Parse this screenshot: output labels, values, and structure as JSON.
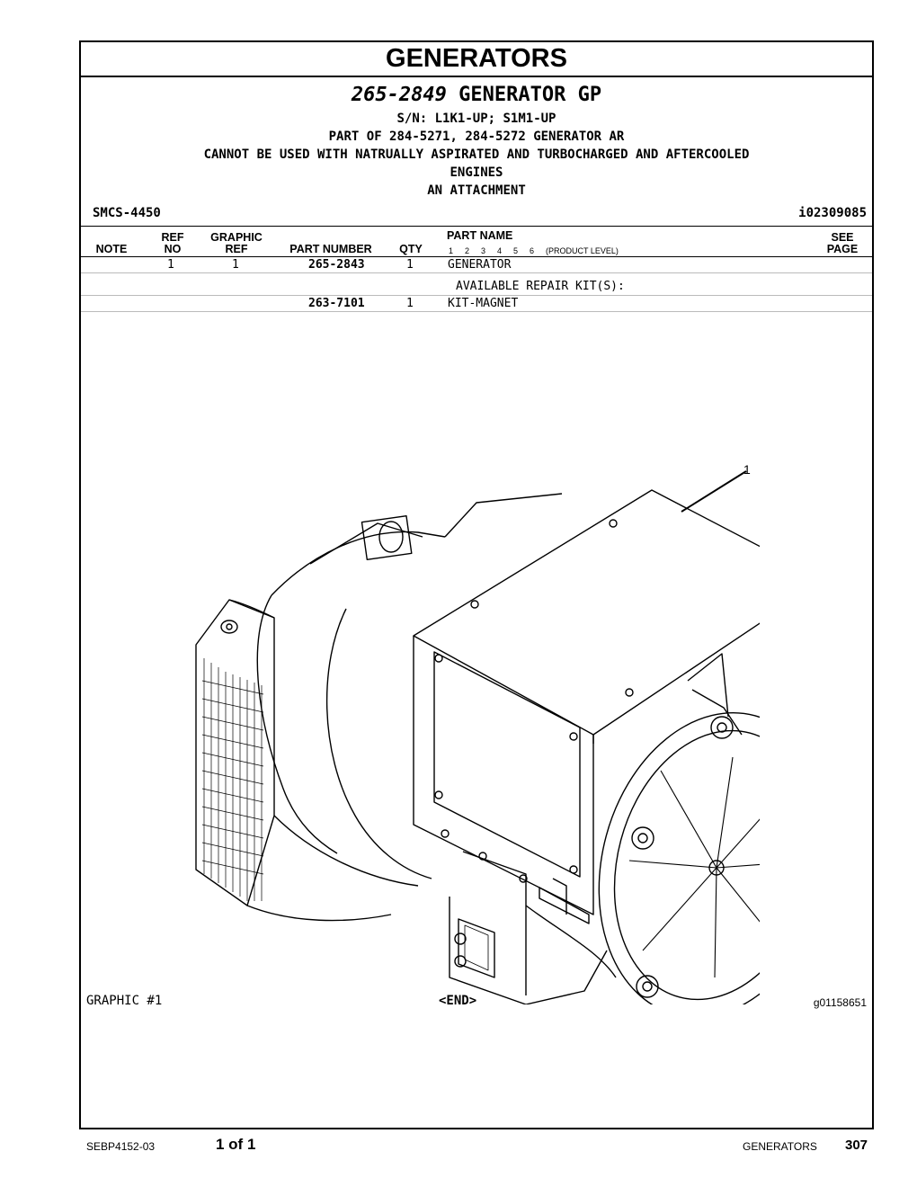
{
  "section_title": "GENERATORS",
  "group": {
    "part_number": "265-2849",
    "name": "GENERATOR GP",
    "lines": [
      "S/N: L1K1-UP; S1M1-UP",
      "PART OF 284-5271, 284-5272 GENERATOR AR",
      "CANNOT BE USED WITH NATRUALLY ASPIRATED AND TURBOCHARGED AND AFTERCOOLED",
      "ENGINES",
      "AN ATTACHMENT"
    ],
    "smcs": "SMCS-4450",
    "illustration_id": "i02309085"
  },
  "table_headers": {
    "note": "NOTE",
    "ref_top": "REF",
    "ref_bottom": "NO",
    "graphic_top": "GRAPHIC",
    "graphic_bottom": "REF",
    "part_number": "PART NUMBER",
    "qty": "QTY",
    "part_name": "PART NAME",
    "levels": [
      "1",
      "2",
      "3",
      "4",
      "5",
      "6"
    ],
    "product_level": "(PRODUCT LEVEL)",
    "see_top": "SEE",
    "see_bottom": "PAGE"
  },
  "rows": [
    {
      "ref_no": "1",
      "graphic_ref": "1",
      "part_number": "265-2843",
      "qty": "1",
      "part_name": "GENERATOR"
    },
    {
      "kit_label": "AVAILABLE REPAIR KIT(S):"
    },
    {
      "part_number": "263-7101",
      "qty": "1",
      "part_name": "KIT-MAGNET"
    }
  ],
  "graphic": {
    "callout": "1",
    "label": "GRAPHIC #1",
    "end": "<END>",
    "image_id": "g01158651"
  },
  "footer": {
    "doc_number": "SEBP4152-03",
    "page_of": "1 of 1",
    "section": "GENERATORS",
    "page": "307"
  }
}
